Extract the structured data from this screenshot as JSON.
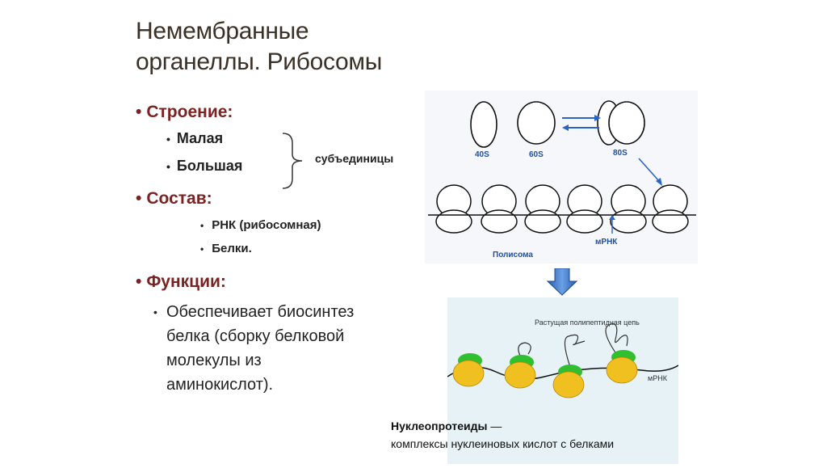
{
  "title": {
    "line1": "Немембранные",
    "line2_main": "органеллы.",
    "line2_sub": "Рибосомы"
  },
  "sections": {
    "structure": {
      "label": "Строение:",
      "items": [
        "Малая",
        "Большая"
      ],
      "brace_label": "субъединицы"
    },
    "composition": {
      "label": "Состав:",
      "items": [
        "РНК (рибосомная)",
        "Белки."
      ]
    },
    "functions": {
      "label": "Функции:",
      "text_lines": [
        "Обеспечивает биосинтез",
        "белка (сборку белковой",
        "молекулы из",
        "аминокислот)."
      ]
    }
  },
  "polysome_figure": {
    "labels": {
      "small": "40S",
      "large": "60S",
      "whole": "80S",
      "mrna": "мРНК",
      "caption": "Полисома"
    },
    "colors": {
      "label_blue": "#1f4f9f",
      "arrow_blue": "#2b64c9"
    }
  },
  "nucleoprotein_figure": {
    "labels": {
      "chain": "Растущая полипептидная цепь",
      "mrna": "мРНК"
    },
    "colors": {
      "large_subunit": "#f0c020",
      "small_subunit": "#2fbf2f",
      "panel_bg": "#e6f2f6"
    }
  },
  "footer_caption": {
    "term": "Нуклеопротеиды",
    "dash": " —",
    "definition": "комплексы нуклеиновых кислот с белками"
  }
}
